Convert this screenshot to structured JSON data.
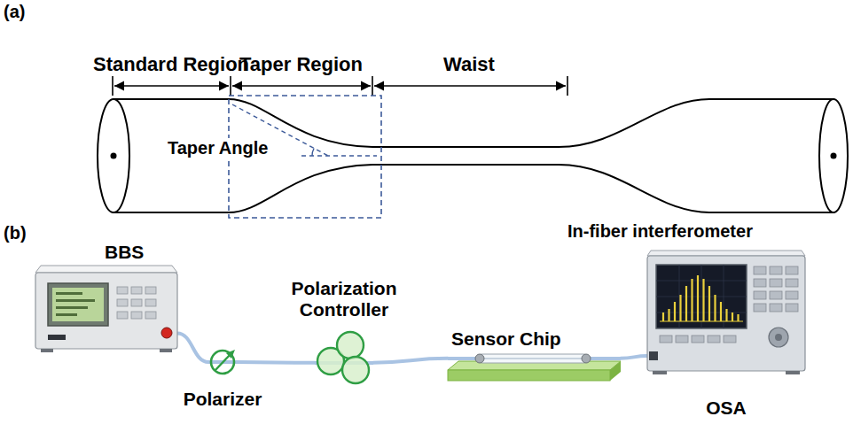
{
  "diagram": {
    "nodes": [
      {
        "text": [
          "BBS"
        ]
      },
      {
        "text": [
          "Polarizer"
        ]
      },
      {
        "text": [
          "Polarization Controller"
        ]
      },
      {
        "text": [
          "Sensor Chip"
        ]
      },
      {
        "text": [
          "OSA"
        ]
      }
    ],
    "edges": [
      {
        "from": 0,
        "to": 1,
        "arrow": "none"
      },
      {
        "from": 1,
        "to": 2,
        "arrow": "none"
      },
      {
        "from": 2,
        "to": 3,
        "arrow": "none"
      },
      {
        "from": 3,
        "to": 4,
        "arrow": "none"
      }
    ],
    "labels": [
      "(a)",
      "Standard Region",
      "Taper Region",
      "Waist",
      "Taper Angle",
      "In-fiber interferometer",
      "(b)"
    ]
  }
}
